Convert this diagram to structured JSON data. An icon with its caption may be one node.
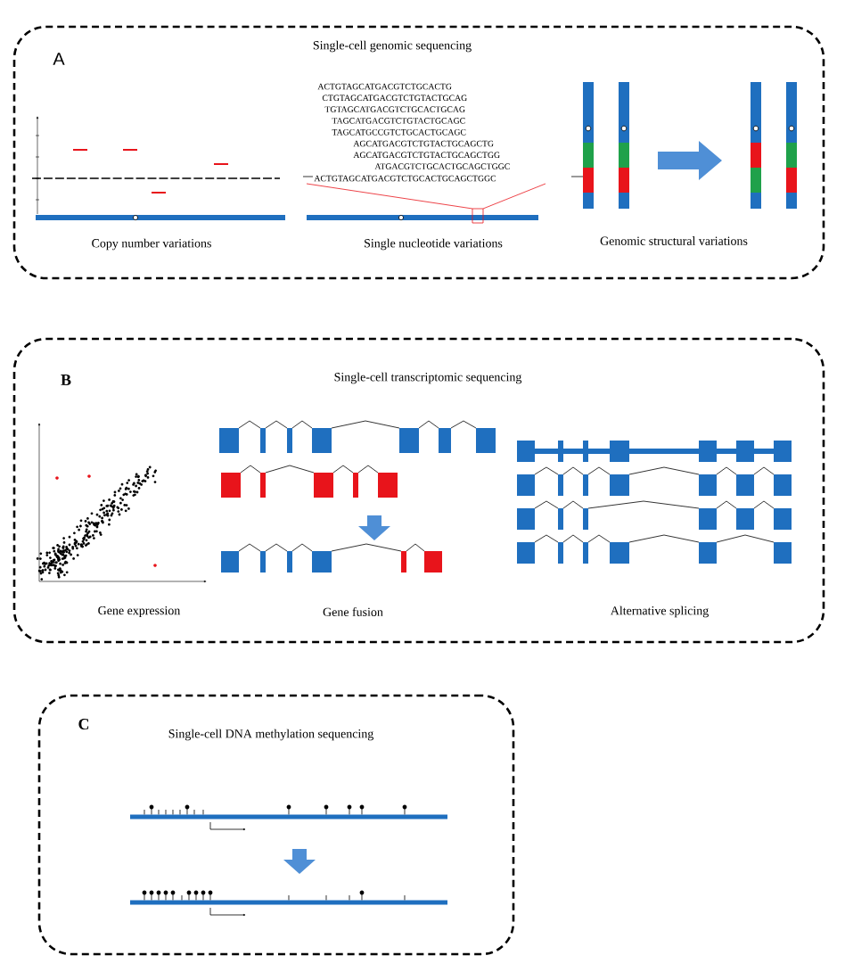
{
  "diagram": {
    "nodes": [
      {
        "text": [
          "A",
          "Single-cell genomic sequencing"
        ]
      },
      {
        "text": [
          "B",
          "Single-cell transcriptomic sequencing"
        ]
      },
      {
        "text": [
          "C",
          "Single-cell DNA methylation sequencing"
        ]
      }
    ],
    "labels": [
      "ACTGTAGCATGACGTCTGCACTG",
      "CTGTAGCATGACGTCTGTACTGCAG",
      "TGTAGCATGACGTCTGCACTGCAG",
      "TAGCATGACGTCTGTACTGCAGC",
      "TAGCATGCCGTCTGCACTGCAGC",
      "AGCATGACGTCTGTACTGCAGCTG",
      "AGCATGACGTCTGTACTGCAGCTGG",
      "ATGACGTCTGCACTGCAGCTGGC",
      "ACTGTAGCATGACGTCTGCACTGCAGCTGGC",
      "Copy number variations",
      "Single nucleotide variations",
      "Genomic structural variations",
      "Gene expression",
      "Gene fusion",
      "Alternative splicing"
    ]
  }
}
